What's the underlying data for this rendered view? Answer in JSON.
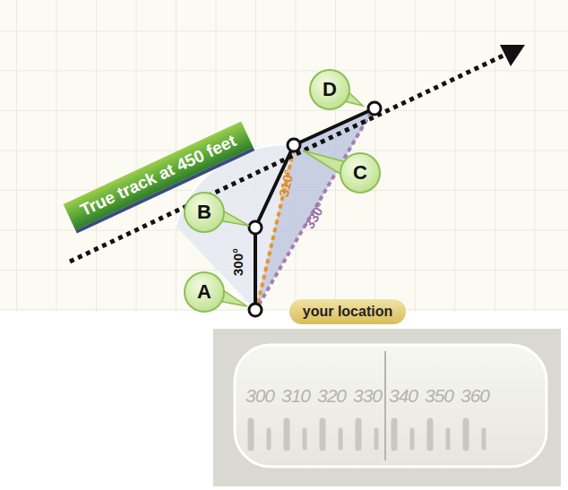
{
  "diagram": {
    "nodes": [
      {
        "text": [
          "D"
        ]
      },
      {
        "text": [
          "True track at 450 feet"
        ]
      },
      {
        "text": [
          "B"
        ]
      },
      {
        "text": [
          "C"
        ]
      },
      {
        "text": [
          "A"
        ]
      },
      {
        "text": [
          "your location"
        ]
      }
    ],
    "labels": [
      "300°",
      "310°",
      "330°",
      "300",
      "310",
      "320",
      "330",
      "340",
      "350",
      "360"
    ]
  }
}
